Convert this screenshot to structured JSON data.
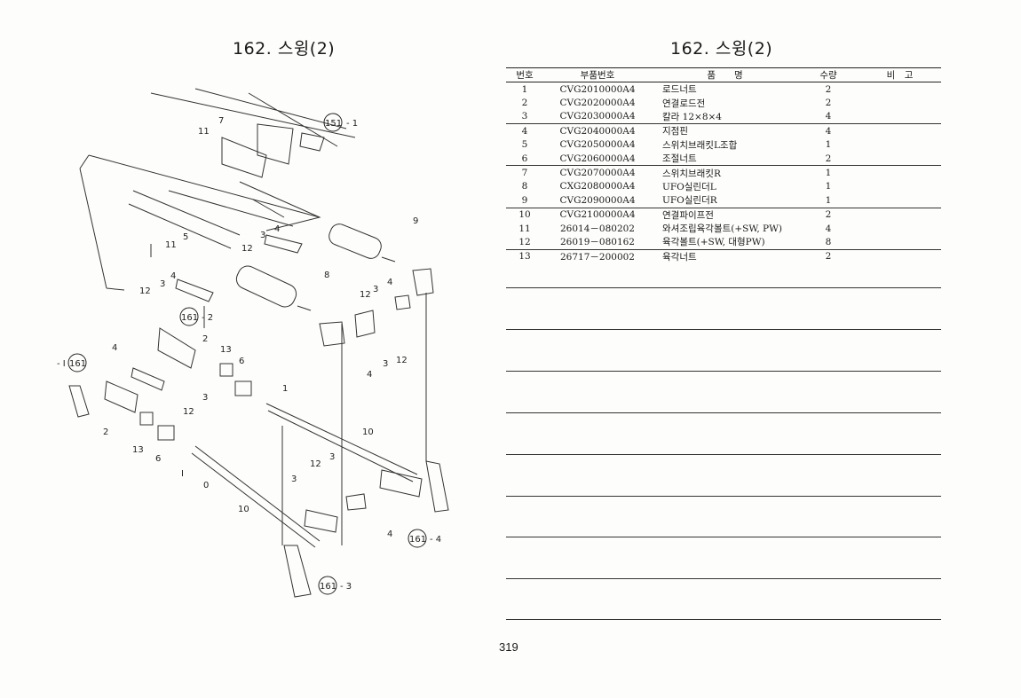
{
  "left_title": "162. 스윙(2)",
  "right_title": "162. 스윙(2)",
  "page_number": "319",
  "table": {
    "headers": [
      "번호",
      "부품번호",
      "품　　명",
      "수량",
      "비　고"
    ],
    "rows": [
      [
        "1",
        "CVG2010000A4",
        "로드너트",
        "2",
        ""
      ],
      [
        "2",
        "CVG2020000A4",
        "연결로드전",
        "2",
        ""
      ],
      [
        "3",
        "CVG2030000A4",
        "칼라 12×8×4",
        "4",
        ""
      ],
      [
        "4",
        "CVG2040000A4",
        "지점핀",
        "4",
        ""
      ],
      [
        "5",
        "CVG2050000A4",
        "스위치브래킷L조합",
        "1",
        ""
      ],
      [
        "6",
        "CVG2060000A4",
        "조절너트",
        "2",
        ""
      ],
      [
        "7",
        "CVG2070000A4",
        "스위치브래킷R",
        "1",
        ""
      ],
      [
        "8",
        "CXG2080000A4",
        "UFO실린더L",
        "1",
        ""
      ],
      [
        "9",
        "CVG2090000A4",
        "UFO실린더R",
        "1",
        ""
      ],
      [
        "10",
        "CVG2100000A4",
        "연결파이프전",
        "2",
        ""
      ],
      [
        "11",
        "26014－080202",
        "와셔조립육각볼트(+SW, PW)",
        "4",
        ""
      ],
      [
        "12",
        "26019－080162",
        "육각볼트(+SW, 대형PW)",
        "8",
        ""
      ],
      [
        "13",
        "26717－200002",
        "육각너트",
        "2",
        ""
      ]
    ]
  },
  "diagram_labels": {
    "ref_151_1": "151",
    "ref_151_1_suffix": "- 1",
    "ref_161_1": "161",
    "ref_161_1_suffix": "- I",
    "ref_161_2": "161",
    "ref_161_2_suffix": "- 2",
    "ref_161_3": "161",
    "ref_161_3_suffix": "- 3",
    "ref_161_4": "161",
    "ref_161_4_suffix": "- 4",
    "n7": "7",
    "n11a": "11",
    "n11b": "11",
    "n5": "5",
    "n3a": "3",
    "n4a": "4",
    "n12a": "12",
    "n9": "9",
    "n8": "8",
    "n4b": "4",
    "n3b": "3",
    "n12b": "12",
    "n4c": "4",
    "n3c": "3",
    "n12c": "12",
    "n4d": "4",
    "n3d": "3",
    "n12d": "12",
    "n2a": "2",
    "n4e": "4",
    "n3e": "3",
    "n12e": "12",
    "n2b": "2",
    "n13a": "13",
    "n6a": "6",
    "n1a": "1",
    "n13b": "13",
    "n6b": "6",
    "n1b": "I",
    "n0": "0",
    "n10a": "10",
    "n10b": "10",
    "n12f": "12",
    "n3f": "3",
    "n3g": "3",
    "n4f": "4"
  }
}
